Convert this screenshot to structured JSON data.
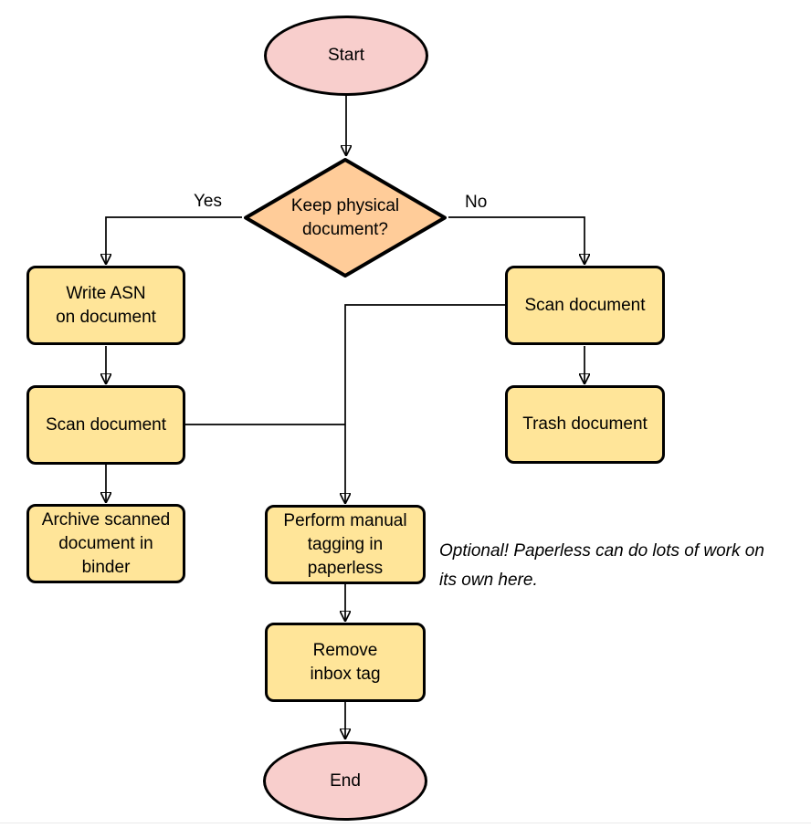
{
  "colors": {
    "terminator-fill": "#f8cecc",
    "decision-fill": "#ffcc99",
    "process-fill": "#ffe599",
    "stroke": "#000000"
  },
  "nodes": {
    "start": {
      "type": "terminator",
      "label": "Start"
    },
    "decision": {
      "type": "decision",
      "label": "Keep physical\ndocument?"
    },
    "write_asn": {
      "type": "process",
      "label": "Write ASN\non document"
    },
    "scan_left": {
      "type": "process",
      "label": "Scan document"
    },
    "archive": {
      "type": "process",
      "label": "Archive scanned\ndocument in\nbinder"
    },
    "scan_right": {
      "type": "process",
      "label": "Scan document"
    },
    "trash": {
      "type": "process",
      "label": "Trash document"
    },
    "tagging": {
      "type": "process",
      "label": "Perform manual\ntagging in\npaperless"
    },
    "remove_inbox": {
      "type": "process",
      "label": "Remove\ninbox tag"
    },
    "end": {
      "type": "terminator",
      "label": "End"
    }
  },
  "edge_labels": {
    "yes": "Yes",
    "no": "No"
  },
  "note": {
    "text": "Optional! Paperless can do lots of work on\nits own here."
  }
}
